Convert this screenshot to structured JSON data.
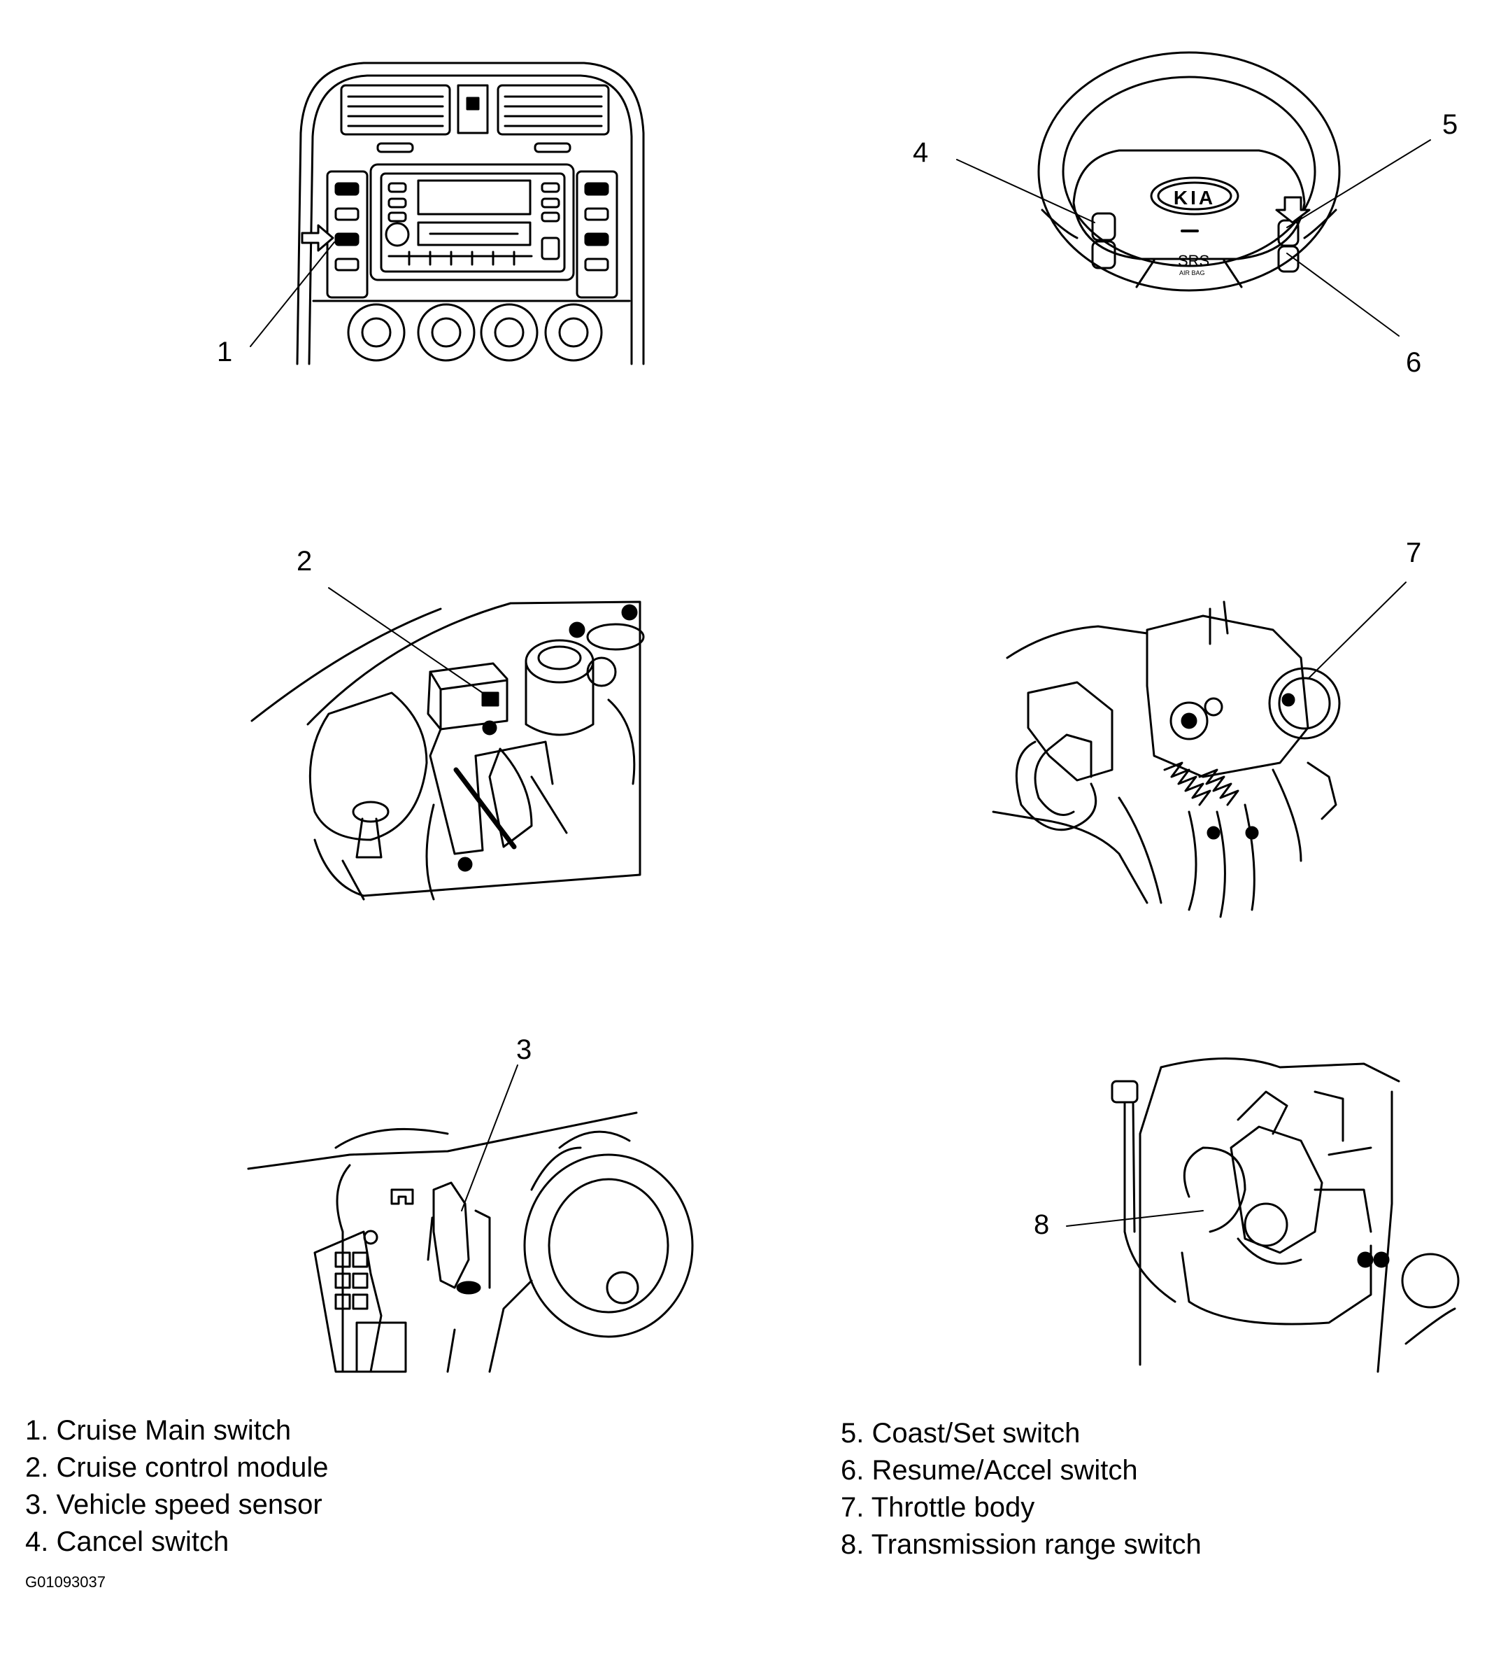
{
  "callouts": {
    "c1": "1",
    "c2": "2",
    "c3": "3",
    "c4": "4",
    "c5": "5",
    "c6": "6",
    "c7": "7",
    "c8": "8"
  },
  "badge": {
    "brand": "KIA",
    "airbag": "SRS",
    "airbag_sub": "AIR BAG"
  },
  "legend_left": [
    "1. Cruise Main switch",
    "2. Cruise control module",
    "3. Vehicle speed sensor",
    "4. Cancel switch"
  ],
  "legend_right": [
    "5. Coast/Set switch",
    "6. Resume/Accel switch",
    "7. Throttle body",
    "8. Transmission range switch"
  ],
  "figure_id": "G01093037"
}
